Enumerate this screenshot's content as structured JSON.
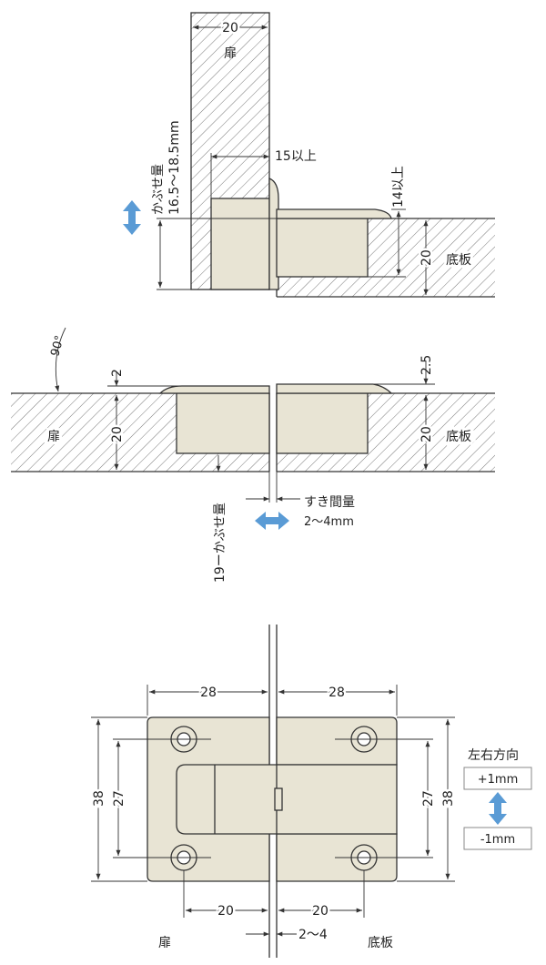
{
  "top_section": {
    "door_thickness": "20",
    "door_label": "扉",
    "overlay_title": "かぶせ量",
    "overlay_range": "16.5〜18.5mm",
    "min_depth": "15以上",
    "min_height": "14以上",
    "base_thickness": "20",
    "base_label": "底板"
  },
  "middle_section": {
    "angle": "90°",
    "top_offset_left": "2",
    "top_offset_right": "2.5",
    "door_thickness": "20",
    "base_thickness": "20",
    "door_label": "扉",
    "base_label": "底板",
    "overlay_formula": "19ーかぶせ量",
    "gap_title": "すき間量",
    "gap_range": "2〜4mm"
  },
  "bottom_section": {
    "width_left": "28",
    "width_right": "28",
    "height_outer_left": "38",
    "height_inner_left": "27",
    "height_inner_right": "27",
    "height_outer_right": "38",
    "hole_left": "20",
    "hole_right": "20",
    "gap": "2〜4",
    "door_label": "扉",
    "base_label": "底板",
    "adjust_title": "左右方向",
    "adjust_plus": "+1mm",
    "adjust_minus": "-1mm"
  },
  "colors": {
    "hinge_fill": "#e8e4d4",
    "hinge_shadow": "#d0cbb8",
    "arrow": "#5a9bd5",
    "hatch": "#444444"
  }
}
